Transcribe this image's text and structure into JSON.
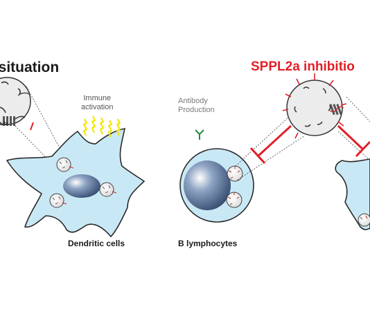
{
  "title_left": "l situation",
  "title_right": "SPPL2a inhibitio",
  "immune_activation": [
    "Immune",
    "activation"
  ],
  "antibody_production": [
    "Antibody",
    "Production"
  ],
  "dendritic_cells": "Dendritic cells",
  "b_lymphocytes": "B lymphocytes",
  "sppl2a_tag": "L2a",
  "colors": {
    "cell_fill": "#c9e8f5",
    "cell_stroke": "#2a2a2a",
    "nucleus": "#3b5478",
    "inhibit_red": "#e21f26",
    "lightning": "#f5e500",
    "antibody_green": "#1e8a3a"
  }
}
